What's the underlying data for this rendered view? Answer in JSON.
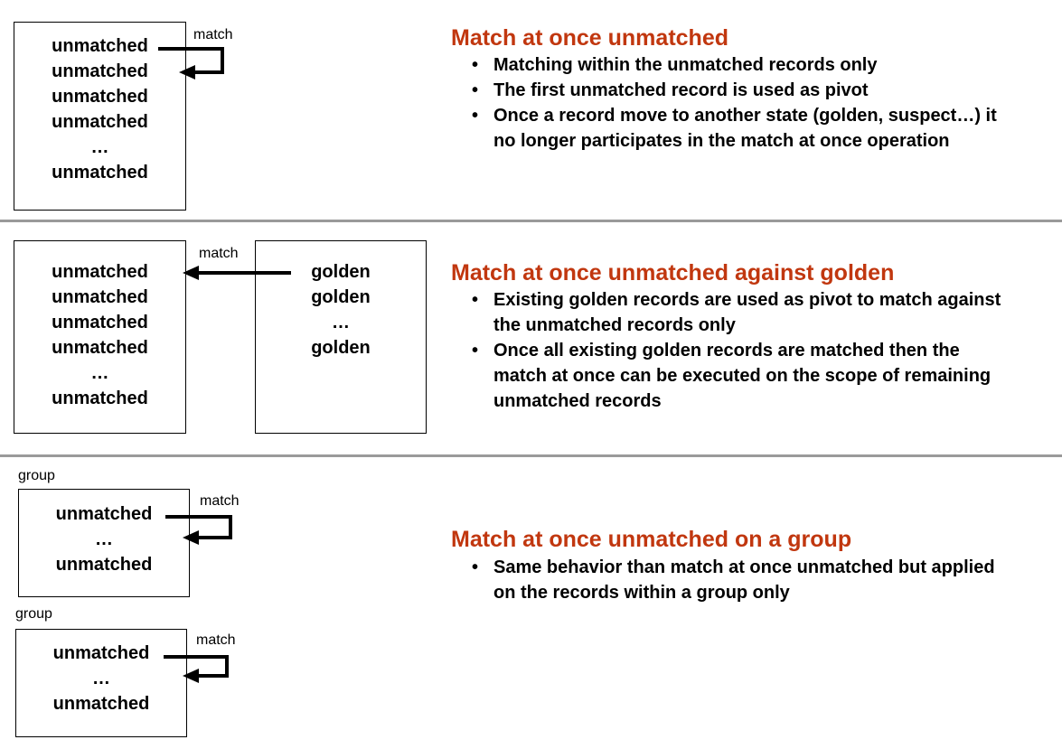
{
  "panel1": {
    "box_lines": [
      "unmatched",
      "unmatched",
      "unmatched",
      "unmatched",
      "…",
      "unmatched"
    ],
    "match_label": "match",
    "title": "Match at once unmatched",
    "bullets": [
      "Matching within the unmatched records only",
      "The first unmatched record is used as pivot",
      "Once a record move to another state (golden, suspect…) it no longer participates in the match at once operation"
    ]
  },
  "panel2": {
    "left_box_lines": [
      "unmatched",
      "unmatched",
      "unmatched",
      "unmatched",
      "…",
      "unmatched"
    ],
    "right_box_lines": [
      "golden",
      "golden",
      "…",
      "golden"
    ],
    "match_label": "match",
    "title": "Match at once unmatched against golden",
    "bullets": [
      "Existing golden records are used as pivot to match against the unmatched records only",
      "Once all existing golden records are matched then the match at once can be executed on the scope of remaining unmatched records"
    ]
  },
  "panel3": {
    "groups": [
      {
        "group_label": "group",
        "match_label": "match",
        "box_lines": [
          "unmatched",
          "…",
          "unmatched"
        ]
      },
      {
        "group_label": "group",
        "match_label": "match",
        "box_lines": [
          "unmatched",
          "…",
          "unmatched"
        ]
      }
    ],
    "title": "Match at once unmatched on a group",
    "bullets": [
      "Same behavior than match at once unmatched but applied on the records within a group only"
    ]
  }
}
